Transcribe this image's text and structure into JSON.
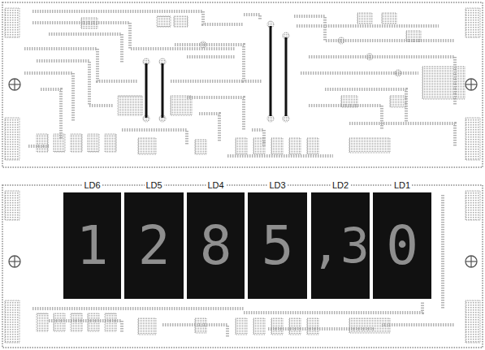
{
  "diagram": {
    "nodes": [
      {
        "text": [
          "LD6",
          "1"
        ]
      },
      {
        "text": [
          "LD5",
          "2"
        ]
      },
      {
        "text": [
          "LD4",
          "8"
        ]
      },
      {
        "text": [
          "LD3",
          "5"
        ]
      },
      {
        "text": [
          "LD2",
          ",3"
        ]
      },
      {
        "text": [
          "LD1",
          "0"
        ]
      }
    ]
  }
}
